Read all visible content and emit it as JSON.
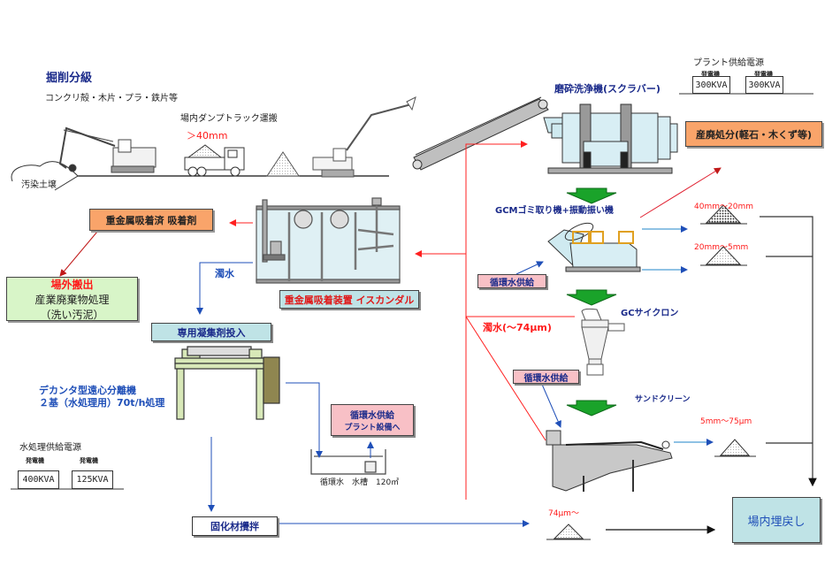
{
  "title_excavation": "掘削分級",
  "debris_label": "コンクリ殻・木片・プラ・鉄片等",
  "contaminated_soil": "汚染土壌",
  "dump_truck_label": "場内ダンプトラック運搬",
  "size_over_40": "＞40mm",
  "scrubber_label": "磨砕洗浄機(スクラバー)",
  "plant_power": {
    "title": "プラント供給電源",
    "generators": [
      {
        "label": "発電機",
        "capacity": "300KVA"
      },
      {
        "label": "発電機",
        "capacity": "300KVA"
      }
    ]
  },
  "industrial_disposal": "産廃処分(軽石・木くず等)",
  "gcm_label": "GCMゴミ取り機+振動振い機",
  "size_40_20": "40mm～20mm",
  "size_20_5": "20mm～5mm",
  "recirc_supply_1": "循環水供給",
  "recirc_supply_2": "循環水供給",
  "cyclone_label": "GCサイクロン",
  "turbid_74": "濁水(～74μm)",
  "sand_cleaner_label": "サンドクリーン",
  "size_5_75": "5mm～75μm",
  "size_74_plus": "74μm～",
  "onsite_backfill": "場内埋戻し",
  "heavy_metal_adsorbent": "重金属吸着済 吸着剤",
  "offsite": {
    "title": "場外搬出",
    "line1": "産業廃棄物処理",
    "line2": "（洗い汚泥）"
  },
  "turbid_water": "濁水",
  "iskandal_label": "重金属吸着装置 イスカンダル",
  "flocculant": "専用凝集剤投入",
  "decanter": {
    "line1": "デカンタ型遠心分離機",
    "line2": "２基（水処理用）70t/h処理"
  },
  "recirc_plant": {
    "line1": "循環水供給",
    "line2": "プラント設備へ"
  },
  "tank_label": "循環水　水槽　120㎥",
  "water_power": {
    "title": "水処理供給電源",
    "generators": [
      {
        "label": "発電機",
        "capacity": "400KVA"
      },
      {
        "label": "発電機",
        "capacity": "125KVA"
      }
    ]
  },
  "solidifier_mixing": "固化材攪拌",
  "colors": {
    "red_flow": "#ff2020",
    "blue_flow": "#1f4fb8",
    "green_arrow": "#1aa32a",
    "orange_box": "#f9a46a",
    "cyan_box": "#bfe3e6",
    "pink_box": "#f8c0c6",
    "green_box": "#d8f5c8"
  }
}
